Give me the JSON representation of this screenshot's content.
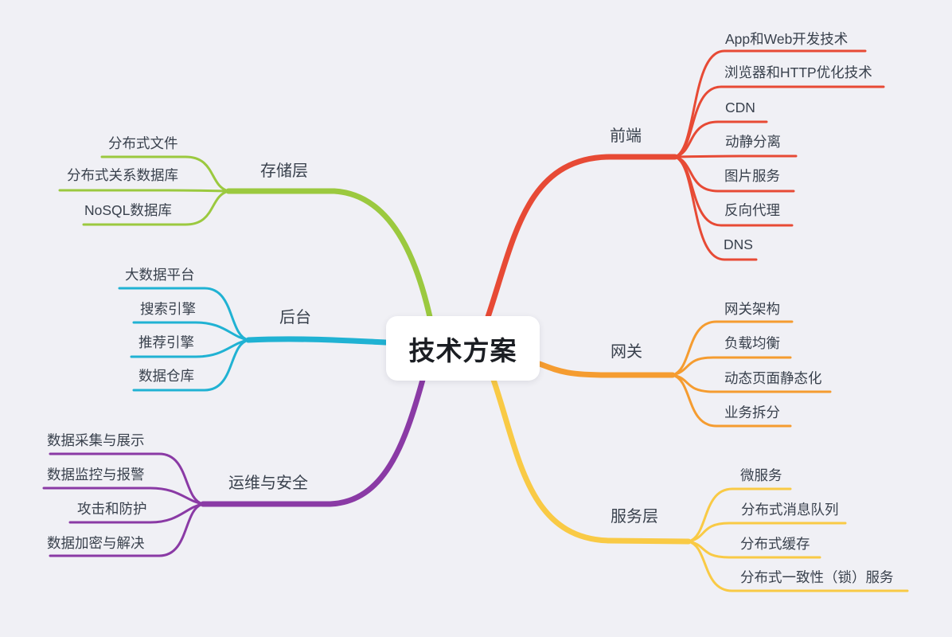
{
  "background_color": "#f0f0f5",
  "text_color": "#39414d",
  "root": {
    "label": "技术方案"
  },
  "branches": [
    {
      "id": "frontend",
      "label": "前端",
      "color": "#e74a35",
      "children": [
        "App和Web开发技术",
        "浏览器和HTTP优化技术",
        "CDN",
        "动静分离",
        "图片服务",
        "反向代理",
        "DNS"
      ]
    },
    {
      "id": "gateway",
      "label": "网关",
      "color": "#f59c30",
      "children": [
        "网关架构",
        "负载均衡",
        "动态页面静态化",
        "业务拆分"
      ]
    },
    {
      "id": "service-layer",
      "label": "服务层",
      "color": "#f9ca45",
      "children": [
        "微服务",
        "分布式消息队列",
        "分布式缓存",
        "分布式一致性（锁）服务"
      ]
    },
    {
      "id": "storage-layer",
      "label": "存储层",
      "color": "#9bc93f",
      "children": [
        "分布式文件",
        "分布式关系数据库",
        "NoSQL数据库"
      ]
    },
    {
      "id": "backend",
      "label": "后台",
      "color": "#20b2d3",
      "children": [
        "大数据平台",
        "搜索引擎",
        "推荐引擎",
        "数据仓库"
      ]
    },
    {
      "id": "ops-security",
      "label": "运维与安全",
      "color": "#8a3aa5",
      "children": [
        "数据采集与展示",
        "数据监控与报警",
        "攻击和防护",
        "数据加密与解决"
      ]
    }
  ]
}
